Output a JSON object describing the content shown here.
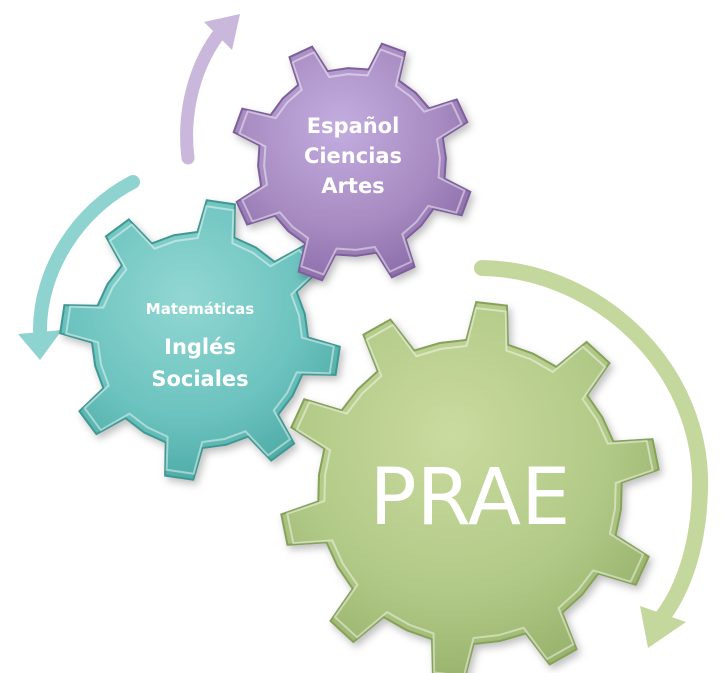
{
  "gears": {
    "purple": {
      "lines": [
        "Español",
        "Ciencias",
        "Artes"
      ],
      "color": "#a78bc1",
      "dark": "#7d5f9c"
    },
    "teal": {
      "lines": [
        "Matemáticas",
        "Inglés",
        "Sociales"
      ],
      "color": "#6cc3bf",
      "dark": "#3f9893"
    },
    "green": {
      "label": "PRAE",
      "color": "#b1c986",
      "dark": "#86a25a"
    }
  },
  "arrows": {
    "purple_color": "#c9b7dc",
    "teal_color": "#8ed3cf",
    "green_color": "#c4d79c"
  }
}
